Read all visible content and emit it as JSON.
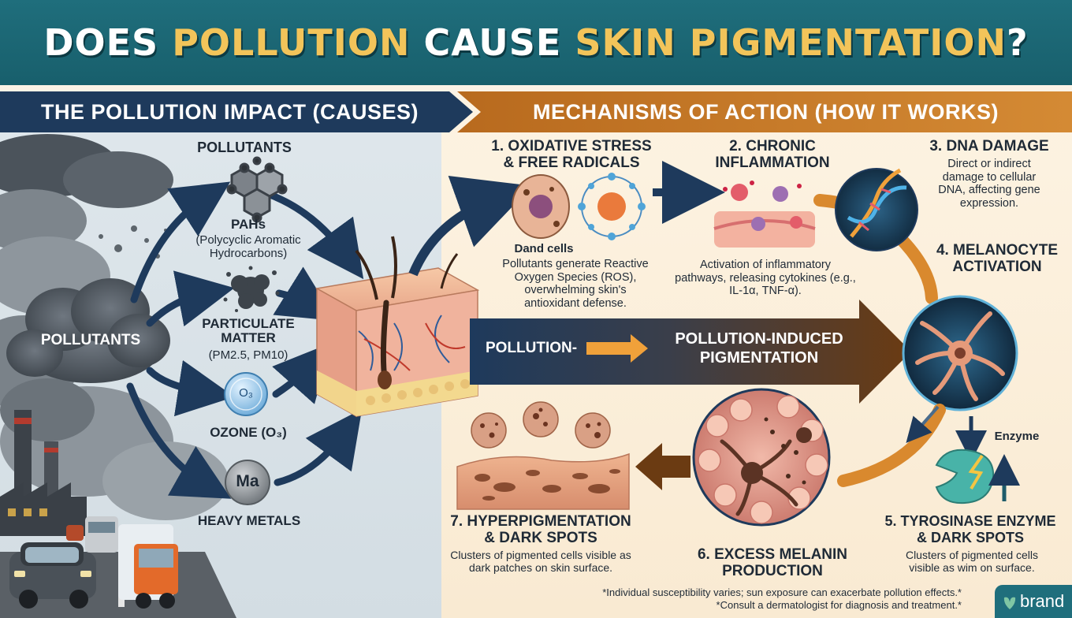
{
  "title": {
    "part1": "DOES ",
    "part2": "POLLUTION",
    "part3": " CAUSE ",
    "part4": "SKIN PIGMENTATION",
    "part5": "?"
  },
  "banners": {
    "left": "THE POLLUTION IMPACT (CAUSES)",
    "right": "MECHANISMS OF ACTION (HOW IT WORKS)"
  },
  "causes": {
    "cloud_label": "POLLUTANTS",
    "header": "POLLUTANTS",
    "pahs": {
      "title": "PAHs",
      "desc": "(Polycyclic Aromatic Hydrocarbons)"
    },
    "pm": {
      "title": "PARTICULATE MATTER",
      "desc": "(PM2.5, PM10)"
    },
    "ozone": {
      "title": "OZONE (O₃)",
      "icon": "O₃"
    },
    "metals": {
      "title": "HEAVY METALS",
      "icon": "Ma"
    }
  },
  "central_arrow": {
    "left": "POLLUTION-",
    "right_line1": "POLLUTION-INDUCED",
    "right_line2": "PIGMENTATION"
  },
  "steps": {
    "s1": {
      "title_line1": "1. OXIDATIVE STRESS",
      "title_line2": "& FREE RADICALS",
      "cell_label": "Dand cells",
      "desc": "Pollutants generate Reactive Oxygen Species (ROS), overwhelming skin's antioxidant defense."
    },
    "s2": {
      "title_line1": "2. CHRONIC",
      "title_line2": "INFLAMMATION",
      "desc": "Activation of inflammatory pathways, releasing cytokines (e.g., IL-1α, TNF-α)."
    },
    "s3": {
      "title": "3. DNA DAMAGE",
      "desc": "Direct or indirect damage to cellular DNA, affecting gene expression."
    },
    "s4": {
      "title_line1": "4. MELANOCYTE",
      "title_line2": "ACTIVATION"
    },
    "s5": {
      "title_line1": "5. TYROSINASE ENZYME",
      "title_line2": "& DARK SPOTS",
      "enzyme_label": "Enzyme",
      "desc": "Clusters of pigmented cells visible as wim on surface."
    },
    "s6": {
      "title_line1": "6. EXCESS MELANIN",
      "title_line2": "PRODUCTION"
    },
    "s7": {
      "title_line1": "7. HYPERPIGMENTATION",
      "title_line2": "& DARK SPOTS",
      "desc": "Clusters of pigmented cells visible as dark patches on skin surface."
    }
  },
  "footnotes": {
    "line1": "*Individual susceptibility varies; sun exposure can exacerbate pollution effects.*",
    "line2": "*Consult a dermatologist for diagnosis and treatment.*"
  },
  "brand": {
    "name": "brand"
  },
  "colors": {
    "teal": "#1f6e7c",
    "navy": "#1e3a5c",
    "orange": "#d48a34",
    "gold": "#f2c45a",
    "brown": "#6b3b12"
  }
}
